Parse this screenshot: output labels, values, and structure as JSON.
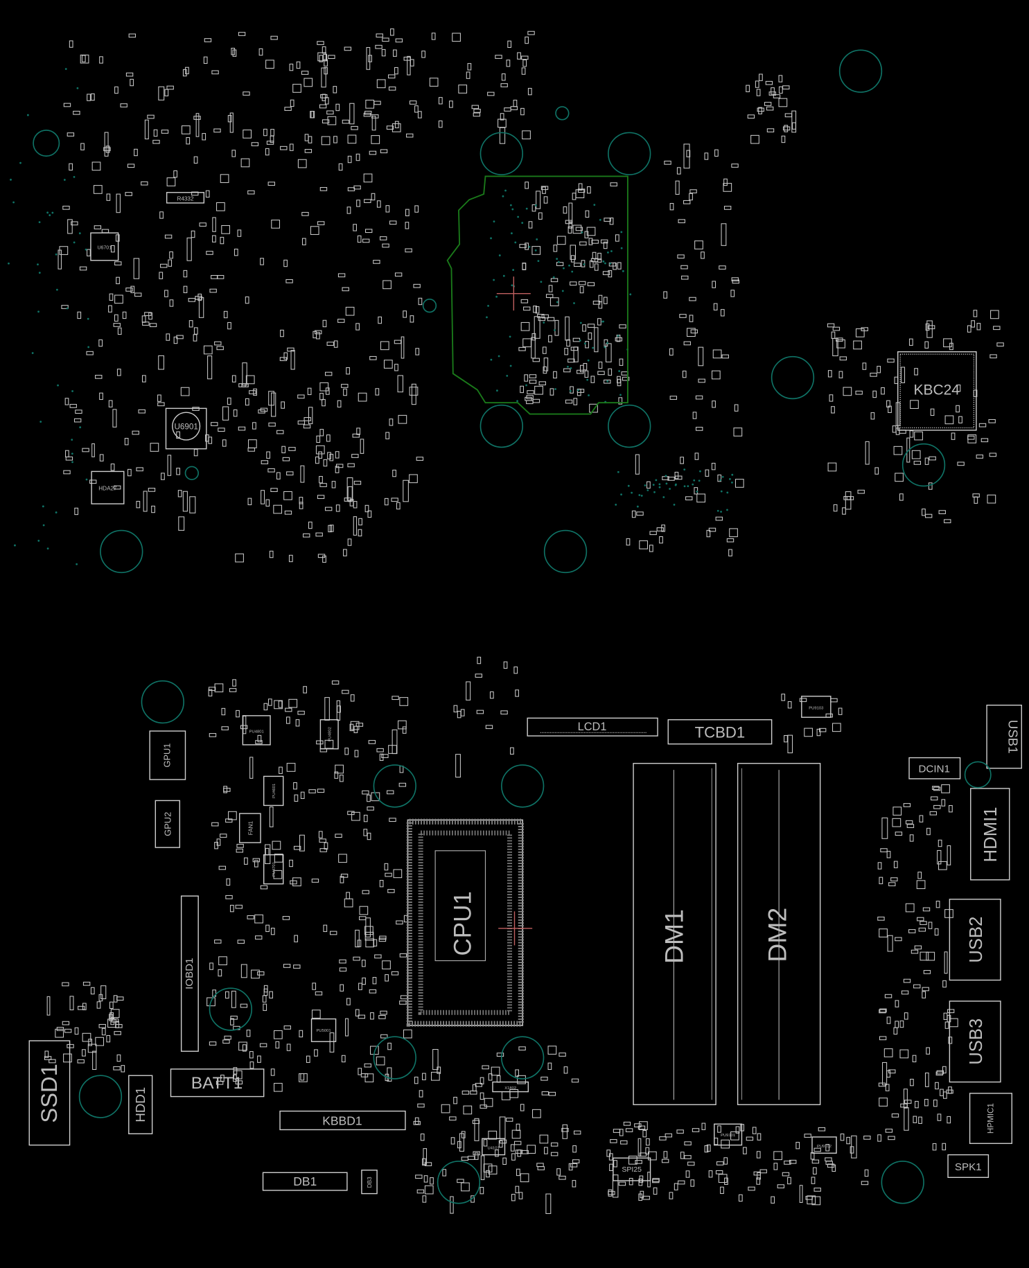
{
  "colors": {
    "background": "#000000",
    "component_outline": "#cfcfcf",
    "mounting_hole": "#0f7366",
    "keepout_outline": "#1a7a1a",
    "cursor_crosshair": "#c06060"
  },
  "top_side": {
    "components": {
      "kbc": "KBC24",
      "u6901": "U6901",
      "u6701": "U6701",
      "hda": "HDA27",
      "r4332": "R4332"
    }
  },
  "bottom_side": {
    "components": {
      "cpu": "CPU1",
      "dimm1": "DM1",
      "dimm2": "DM2",
      "lcd": "LCD1",
      "tcbd": "TCBD1",
      "dcin": "DCIN1",
      "usb1": "USB1",
      "hdmi": "HDMI1",
      "usb2": "USB2",
      "usb3": "USB3",
      "hpmic": "HPMIC1",
      "spk": "SPK1",
      "ssd": "SSD1",
      "hdd": "HDD1",
      "batt": "BATT1",
      "kbbd": "KBBD1",
      "db1": "DB1",
      "db3": "DB3",
      "iobd": "IOBD1",
      "gpu1": "GPU1",
      "gpu2": "GPU2",
      "fan": "FAN1",
      "spi": "SPI25",
      "pu4801": "PU4801",
      "pu4802": "PU4802",
      "pu4601": "PU4601",
      "pu4701": "PU4701",
      "pu5001": "PU5001",
      "u4101": "U4101",
      "x1802": "X1802",
      "pu9101": "PU9101",
      "pu9102": "PU9102",
      "pu9103": "PU9103"
    }
  }
}
